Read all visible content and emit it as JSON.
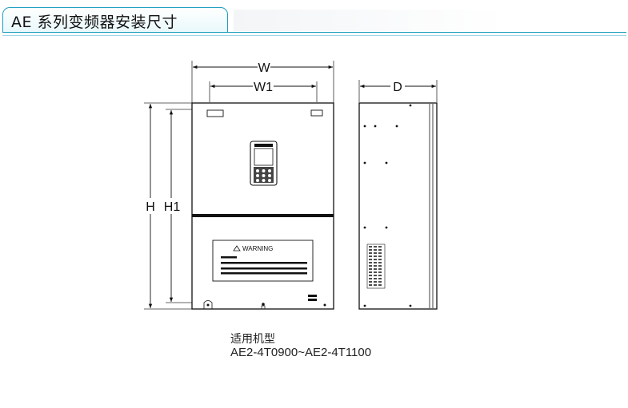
{
  "header": {
    "title": "AE 系列变频器安装尺寸"
  },
  "dimensions": {
    "w": "W",
    "w1": "W1",
    "d": "D",
    "h": "H",
    "h1": "H1"
  },
  "front_panel": {
    "warning_label": "WARNING"
  },
  "caption": {
    "label": "适用机型",
    "models": "AE2-4T0900~AE2-4T1100"
  },
  "colors": {
    "accent": "#1f9fbf",
    "line": "#111111"
  }
}
